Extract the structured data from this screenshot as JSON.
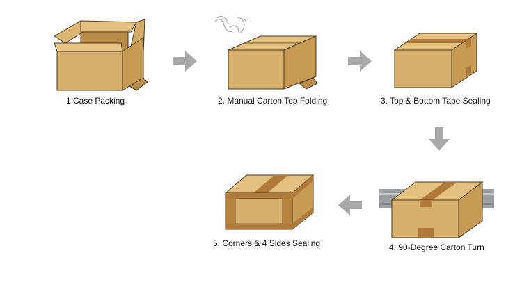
{
  "steps": [
    {
      "label": "1.Case Packing"
    },
    {
      "label": "2. Manual Carton Top Folding"
    },
    {
      "label": "3. Top & Bottom Tape Sealing"
    },
    {
      "label": "4. 90-Degree Carton Turn"
    },
    {
      "label": "5. Corners & 4 Sides Sealing"
    }
  ],
  "colors": {
    "carton_front": "#d8b06e",
    "carton_top": "#e3c07f",
    "carton_side": "#c89b55",
    "tape": "#b07b3a",
    "outline": "#4a3a22",
    "arrow": "#a9a9a9",
    "conveyor": "#9da0a3"
  },
  "icons": [
    "arrow-right-icon",
    "arrow-down-icon",
    "arrow-left-icon",
    "hands-icon"
  ]
}
